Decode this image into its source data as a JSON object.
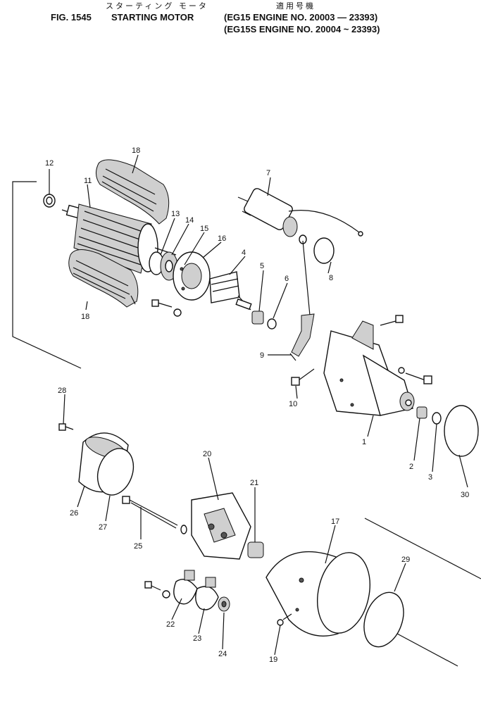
{
  "header": {
    "jp_title": "スターティング モータ",
    "jp_applicable": "適用号機",
    "fig_label": "FIG. 1545",
    "title": "STARTING MOTOR",
    "applicability": [
      "(EG15 ENGINE NO. 20003 — 23393)",
      "(EG15S ENGINE NO. 20004 ~ 23393)"
    ]
  },
  "callouts": {
    "c1": "1",
    "c2": "2",
    "c3": "3",
    "c4": "4",
    "c5": "5",
    "c6": "6",
    "c7": "7",
    "c8": "8",
    "c9": "9",
    "c10": "10",
    "c11": "11",
    "c12": "12",
    "c13": "13",
    "c14": "14",
    "c15": "15",
    "c16": "16",
    "c17": "17",
    "c18a": "18",
    "c18b": "18",
    "c19": "19",
    "c20": "20",
    "c21": "21",
    "c22": "22",
    "c23": "23",
    "c24": "24",
    "c25": "25",
    "c26": "26",
    "c27": "27",
    "c28": "28",
    "c29": "29",
    "c30": "30"
  }
}
